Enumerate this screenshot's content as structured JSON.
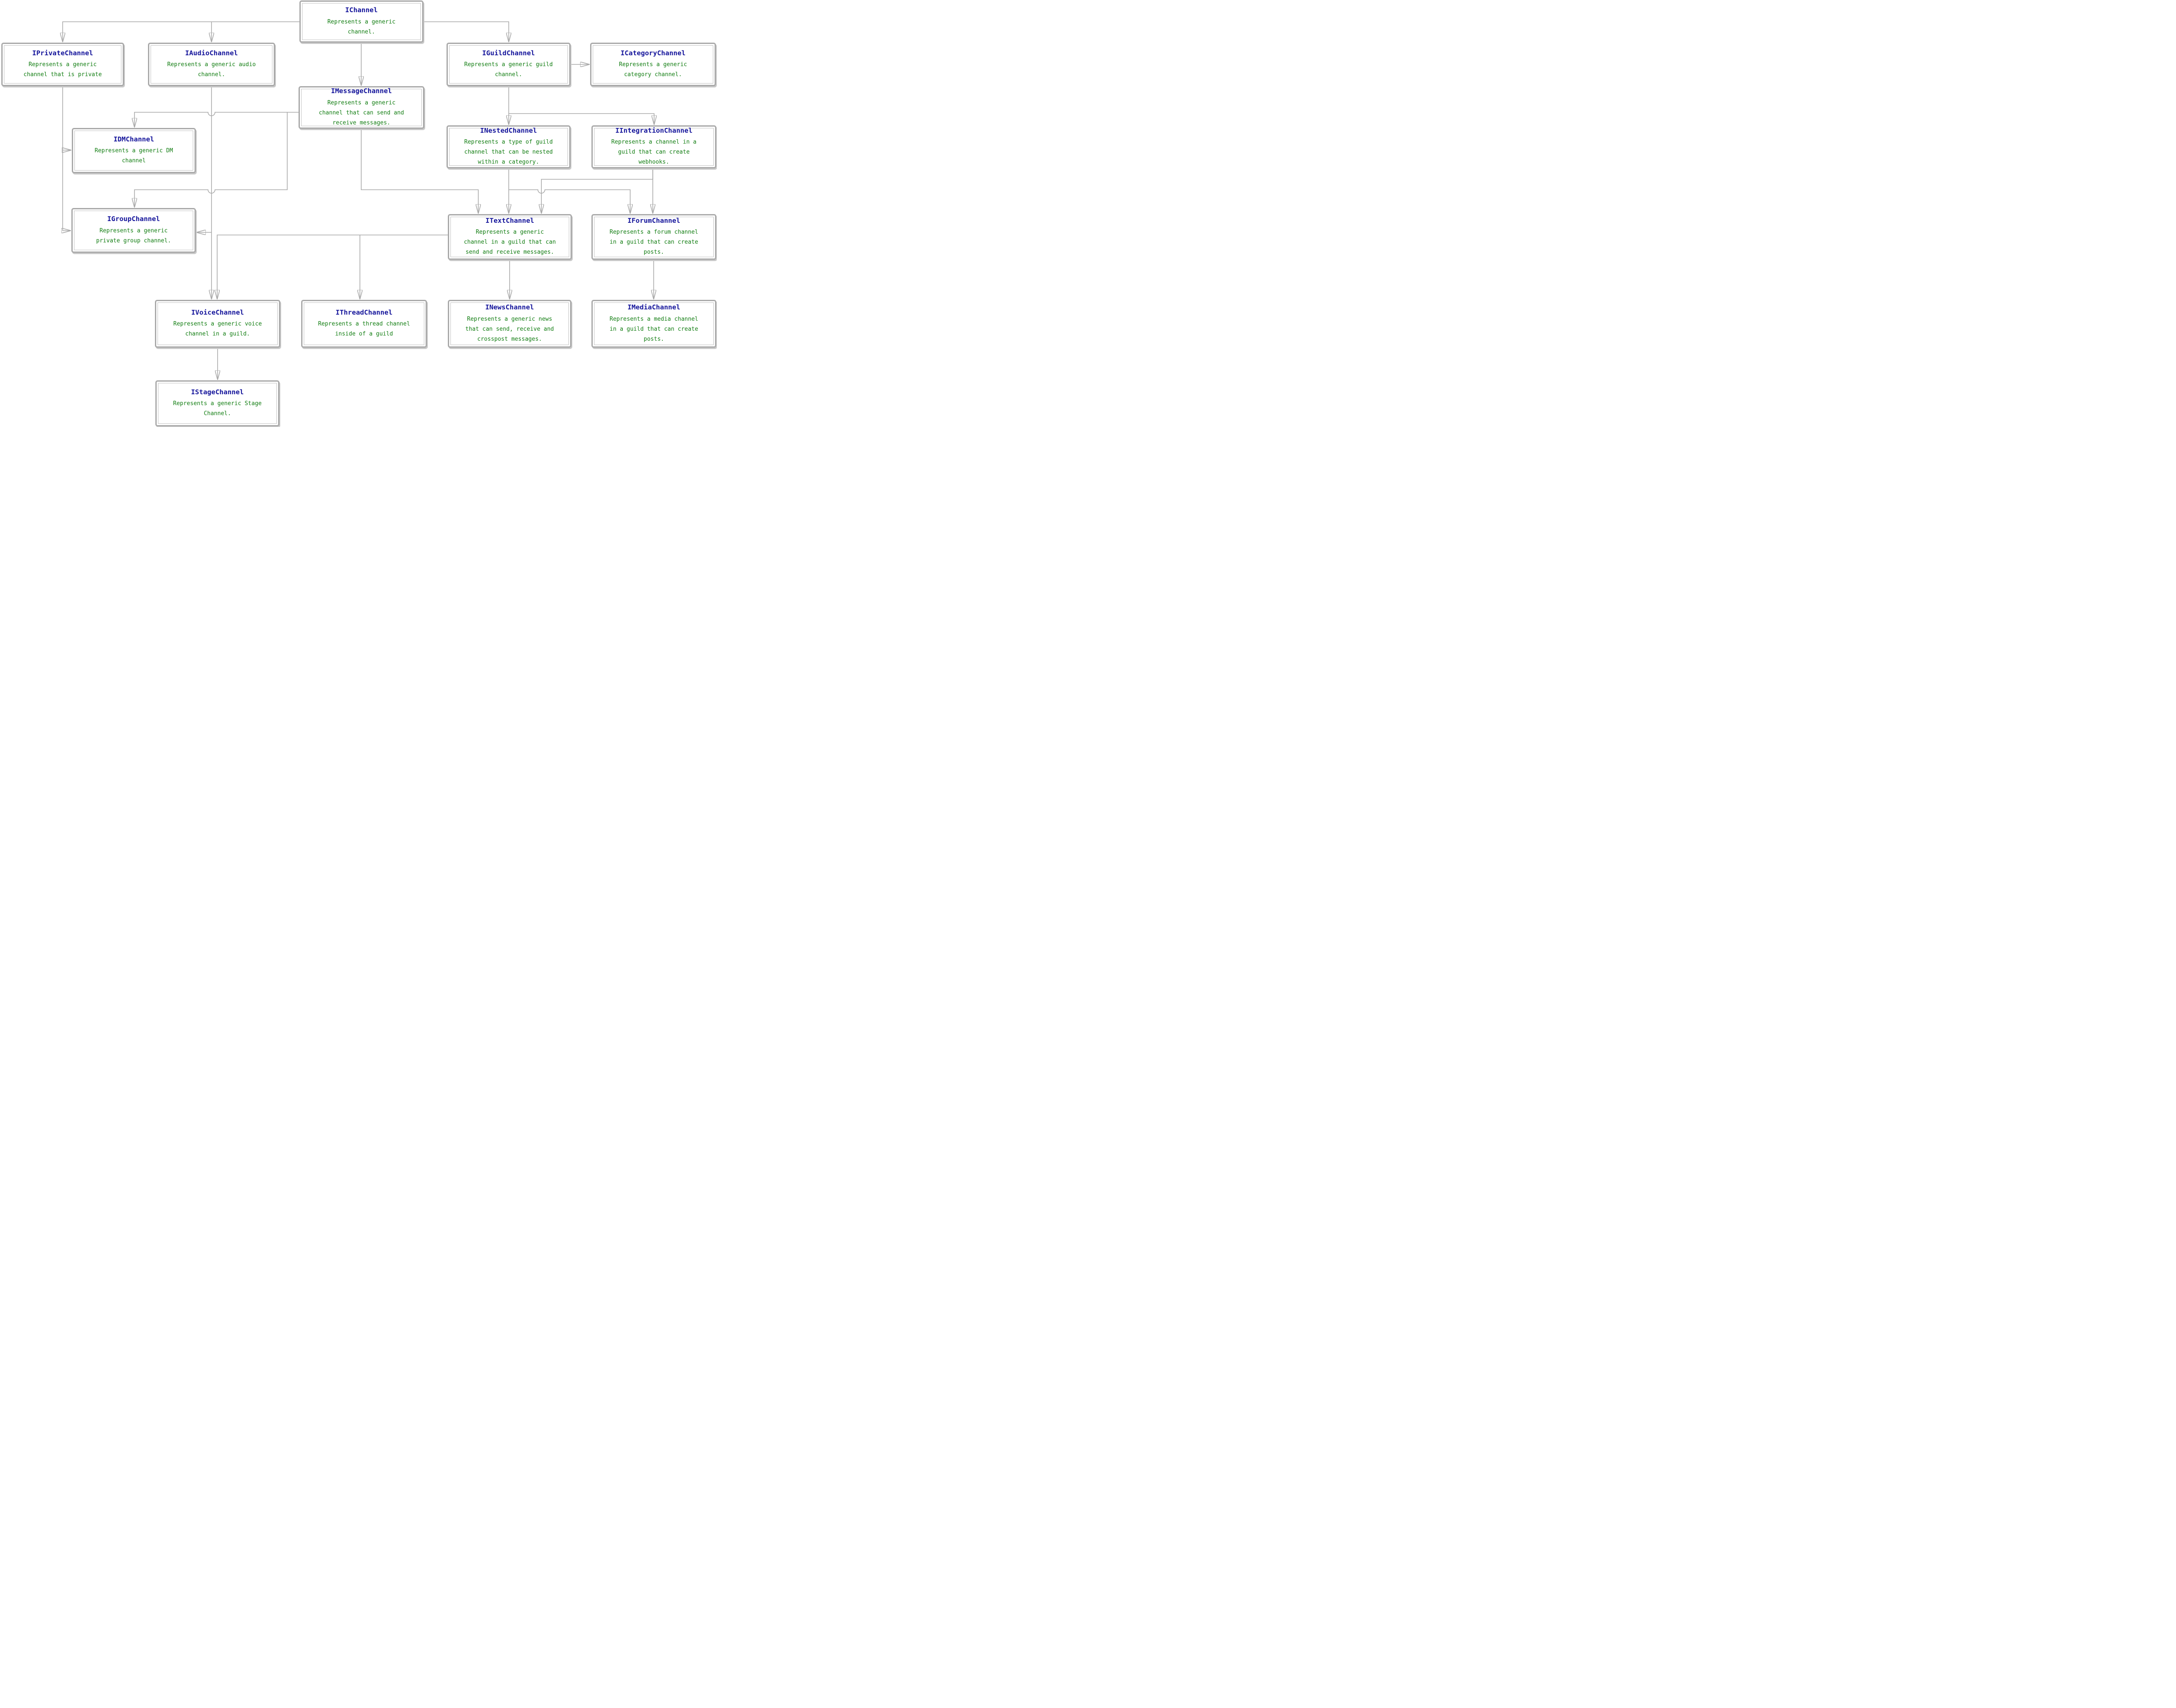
{
  "diagram": {
    "colors": {
      "title_text": "#15159b",
      "description_text": "#117d11",
      "line": "#a9a9a9",
      "box_border": "#a9a9a9",
      "background": "#ffffff"
    },
    "nodes": [
      {
        "id": "IChannel",
        "title": "IChannel",
        "description": "Represents a generic\nchannel."
      },
      {
        "id": "IPrivateChannel",
        "title": "IPrivateChannel",
        "description": "Represents a generic\nchannel that is private"
      },
      {
        "id": "IAudioChannel",
        "title": "IAudioChannel",
        "description": "Represents a generic audio\nchannel."
      },
      {
        "id": "IGuildChannel",
        "title": "IGuildChannel",
        "description": "Represents a generic guild\nchannel."
      },
      {
        "id": "ICategoryChannel",
        "title": "ICategoryChannel",
        "description": "Represents a generic\ncategory channel."
      },
      {
        "id": "IMessageChannel",
        "title": "IMessageChannel",
        "description": "Represents a generic\nchannel that can send and\nreceive messages."
      },
      {
        "id": "IDMChannel",
        "title": "IDMChannel",
        "description": "Represents a generic DM\nchannel"
      },
      {
        "id": "INestedChannel",
        "title": "INestedChannel",
        "description": "Represents a type of guild\nchannel that can be nested\nwithin a category."
      },
      {
        "id": "IIntegrationChannel",
        "title": "IIntegrationChannel",
        "description": "Represents a channel in a\nguild that can create\nwebhooks."
      },
      {
        "id": "IGroupChannel",
        "title": "IGroupChannel",
        "description": "Represents a generic\nprivate group channel."
      },
      {
        "id": "ITextChannel",
        "title": "ITextChannel",
        "description": "Represents a generic\nchannel in a guild that can\nsend and receive messages."
      },
      {
        "id": "IForumChannel",
        "title": "IForumChannel",
        "description": "Represents a forum channel\nin a guild that can create\nposts."
      },
      {
        "id": "IVoiceChannel",
        "title": "IVoiceChannel",
        "description": "Represents a generic voice\nchannel in a guild."
      },
      {
        "id": "IThreadChannel",
        "title": "IThreadChannel",
        "description": "Represents a thread channel\ninside of a guild"
      },
      {
        "id": "INewsChannel",
        "title": "INewsChannel",
        "description": "Represents a generic news\nthat can send, receive and\ncrosspost messages."
      },
      {
        "id": "IMediaChannel",
        "title": "IMediaChannel",
        "description": "Represents a media channel\nin a guild that can create\nposts."
      },
      {
        "id": "IStageChannel",
        "title": "IStageChannel",
        "description": "Represents a generic Stage\nChannel."
      }
    ],
    "edges": [
      {
        "from": "IChannel",
        "to": "IPrivateChannel"
      },
      {
        "from": "IChannel",
        "to": "IAudioChannel"
      },
      {
        "from": "IChannel",
        "to": "IMessageChannel"
      },
      {
        "from": "IChannel",
        "to": "IGuildChannel"
      },
      {
        "from": "IGuildChannel",
        "to": "ICategoryChannel"
      },
      {
        "from": "IGuildChannel",
        "to": "INestedChannel"
      },
      {
        "from": "IGuildChannel",
        "to": "IIntegrationChannel"
      },
      {
        "from": "IPrivateChannel",
        "to": "IDMChannel"
      },
      {
        "from": "IPrivateChannel",
        "to": "IGroupChannel"
      },
      {
        "from": "IMessageChannel",
        "to": "IDMChannel"
      },
      {
        "from": "IMessageChannel",
        "to": "IGroupChannel"
      },
      {
        "from": "IMessageChannel",
        "to": "ITextChannel"
      },
      {
        "from": "IAudioChannel",
        "to": "IVoiceChannel"
      },
      {
        "from": "IAudioChannel",
        "to": "IGroupChannel"
      },
      {
        "from": "INestedChannel",
        "to": "ITextChannel"
      },
      {
        "from": "INestedChannel",
        "to": "IForumChannel"
      },
      {
        "from": "IIntegrationChannel",
        "to": "ITextChannel"
      },
      {
        "from": "IIntegrationChannel",
        "to": "IForumChannel"
      },
      {
        "from": "ITextChannel",
        "to": "IVoiceChannel"
      },
      {
        "from": "ITextChannel",
        "to": "IThreadChannel"
      },
      {
        "from": "ITextChannel",
        "to": "INewsChannel"
      },
      {
        "from": "IForumChannel",
        "to": "IMediaChannel"
      },
      {
        "from": "IVoiceChannel",
        "to": "IStageChannel"
      }
    ]
  }
}
